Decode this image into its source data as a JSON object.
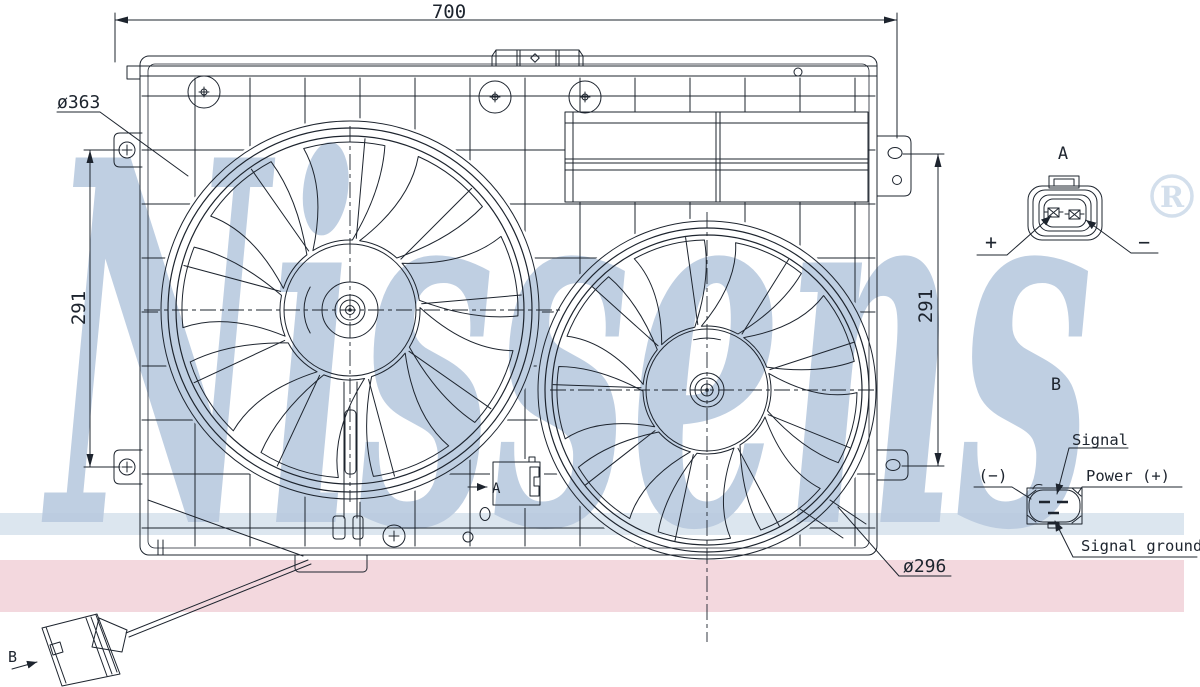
{
  "brand_watermark": {
    "name": "Nissens",
    "registered_mark": "R"
  },
  "colors": {
    "watermark_blue": "#b9cadf",
    "registered_blue": "#d3dfec",
    "band_blue": "#dce6ef",
    "band_pink": "#f3d8de",
    "line_ink": "#1d242e",
    "hatch_ink": "#2c3a4c"
  },
  "dimension_labels": {
    "overall_width": "700",
    "left_mount_span": "291",
    "right_mount_span": "291",
    "large_fan_diameter": "ø363",
    "small_fan_diameter": "ø296"
  },
  "connector_a_detail": {
    "title": "A",
    "pin_positive": "+",
    "pin_negative": "−"
  },
  "connector_b_detail": {
    "title": "B",
    "ground": "(−)",
    "signal": "Signal",
    "power": "Power (+)",
    "signal_ground": "Signal ground"
  },
  "location_markers": {
    "connector_a": "A",
    "connector_b": "B"
  }
}
